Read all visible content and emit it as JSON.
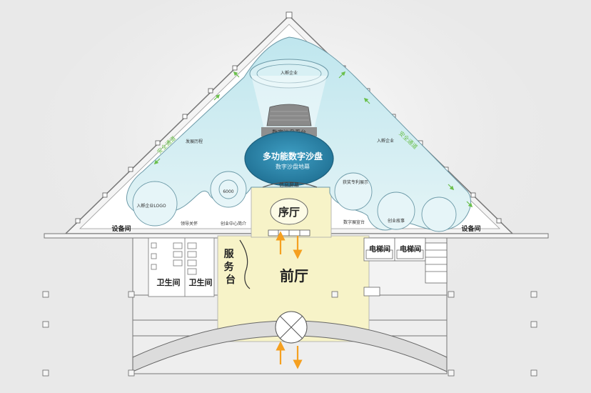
{
  "labels": {
    "sandbox_stand": "数字沙盘看台",
    "main_sandbox": "多功能数字沙盘",
    "sandbox_floor": "数字沙盘地幕",
    "info_screen": "信息屏幕",
    "preface_hall": "序厅",
    "front_hall": "前厅",
    "service_desk": "服务台",
    "restroom_left": "卫生间",
    "restroom_right": "卫生间",
    "elevator_left": "电梯间",
    "elevator_right": "电梯间",
    "equipment_left": "设备间",
    "equipment_right": "设备间",
    "enterprise_top": "入孵企业",
    "enterprise_right": "入孵企业",
    "enterprise_logo": "入孵企业LOGO",
    "dev_history": "发展历程",
    "leader_care": "领导关怀",
    "center_intro": "创业中心简介",
    "patent_display": "获奖专利展示",
    "digital_wall": "数字展宣台",
    "startup_story": "创业故事",
    "stair_label_left": "安全通道",
    "stair_label_right": "安全通道",
    "small_circle": "6000"
  },
  "colors": {
    "background": "#e9e9e9",
    "pool_fill": "#cfeaf1",
    "pool_stroke": "#6c9aa8",
    "sandbox_blue": "#2f8bb0",
    "hall_yellow": "#f7f3c8",
    "arrow_orange": "#f5a020",
    "arrow_green": "#6abf4b"
  }
}
